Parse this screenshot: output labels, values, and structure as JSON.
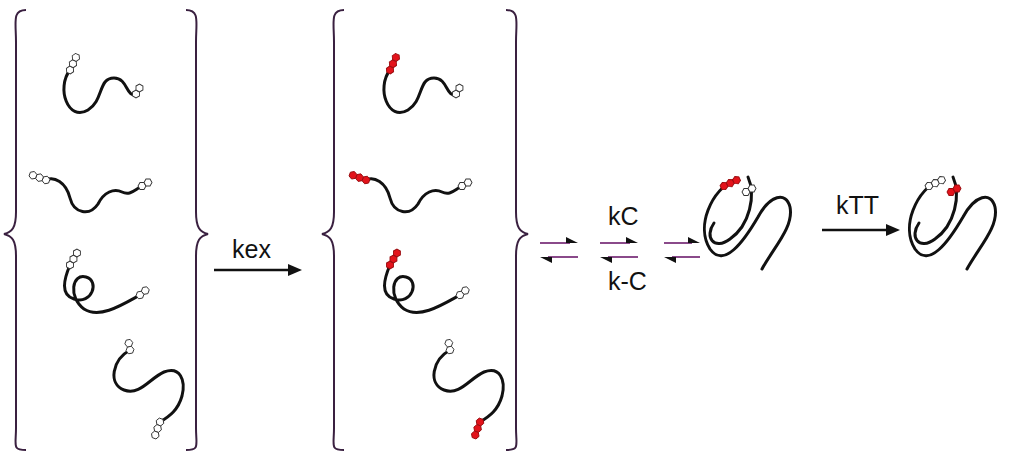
{
  "diagram": {
    "labels": [
      "kex",
      "kC",
      "k-C",
      "kTT"
    ]
  }
}
